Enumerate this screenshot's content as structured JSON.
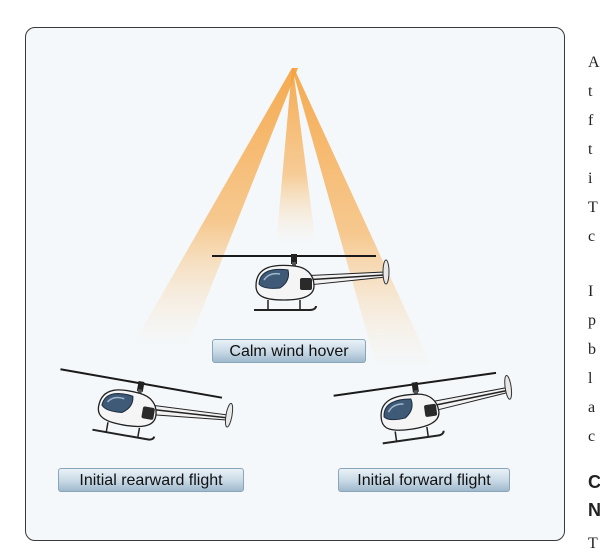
{
  "diagram": {
    "labels": {
      "calm_wind_hover": "Calm wind hover",
      "initial_rearward_flight": "Initial rearward flight",
      "initial_forward_flight": "Initial forward flight"
    },
    "colors": {
      "beam": "#f5a13c",
      "panel_background": "#f4f8fb",
      "label_gradient_top": "#e9f1f7",
      "label_gradient_bottom": "#9fb9cc"
    },
    "icons": [
      "helicopter-icon"
    ]
  },
  "side_text": {
    "paragraph1": [
      "A",
      "t",
      "f",
      "t",
      "i",
      "T",
      "c"
    ],
    "paragraph2": [
      "I",
      "p",
      "b",
      "l",
      "a",
      "c"
    ],
    "heading": [
      "C",
      "N"
    ],
    "trailing": [
      "T"
    ]
  }
}
